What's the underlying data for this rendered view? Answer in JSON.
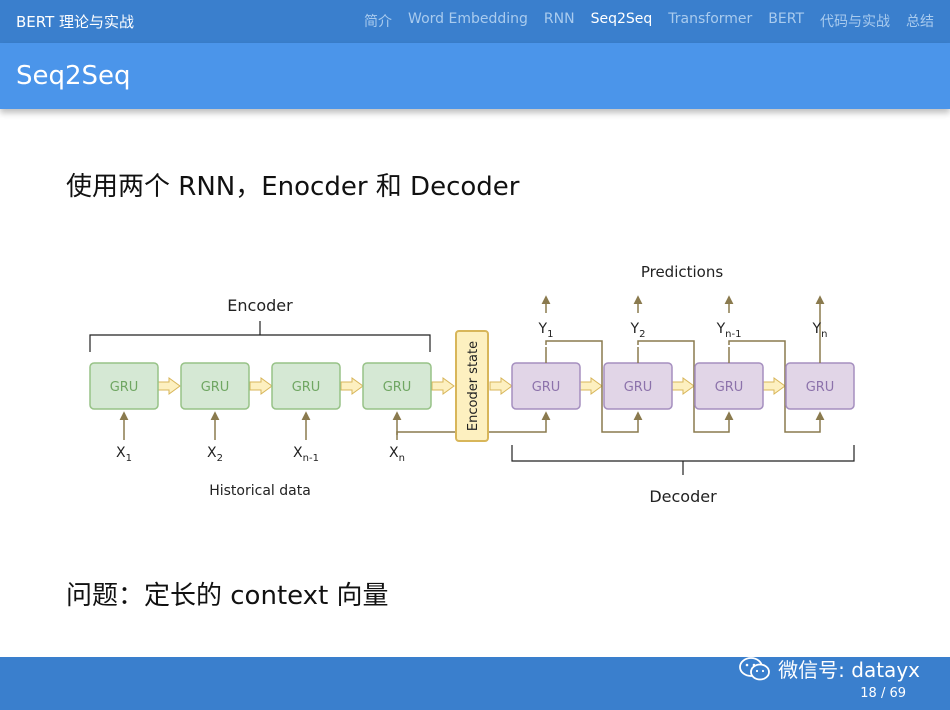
{
  "header": {
    "deck_title": "BERT 理论与实战",
    "nav": [
      "简介",
      "Word Embedding",
      "RNN",
      "Seq2Seq",
      "Transformer",
      "BERT",
      "代码与实战",
      "总结"
    ],
    "active_index": 3
  },
  "slide": {
    "title": "Seq2Seq",
    "heading1": "使用两个 RNN，Enocder 和 Decoder",
    "heading2": "问题：定长的 context 向量"
  },
  "diagram": {
    "encoder_label": "Encoder",
    "decoder_label": "Decoder",
    "predictions_label": "Predictions",
    "historical_label": "Historical data",
    "state_label": "Encoder state",
    "cell_label": "GRU",
    "inputs": [
      {
        "main": "X",
        "sub": "1"
      },
      {
        "main": "X",
        "sub": "2"
      },
      {
        "main": "X",
        "sub": "n-1"
      },
      {
        "main": "X",
        "sub": "n"
      }
    ],
    "outputs": [
      {
        "main": "Y",
        "sub": "1"
      },
      {
        "main": "Y",
        "sub": "2"
      },
      {
        "main": "Y",
        "sub": "n-1"
      },
      {
        "main": "Y",
        "sub": "n"
      }
    ]
  },
  "footer": {
    "watermark": "微信号: datayx",
    "page": "18 / 69"
  },
  "colors": {
    "nav_bar": "#3a7fcd",
    "title_bar": "#4b95ea",
    "encoder_fill": "#d5e8d4",
    "encoder_stroke": "#97c287",
    "decoder_fill": "#e1d5e7",
    "decoder_stroke": "#a58fbf",
    "state_fill": "#fdf0c0",
    "state_stroke": "#d8b65a",
    "arrow": "#8a7a4e"
  }
}
